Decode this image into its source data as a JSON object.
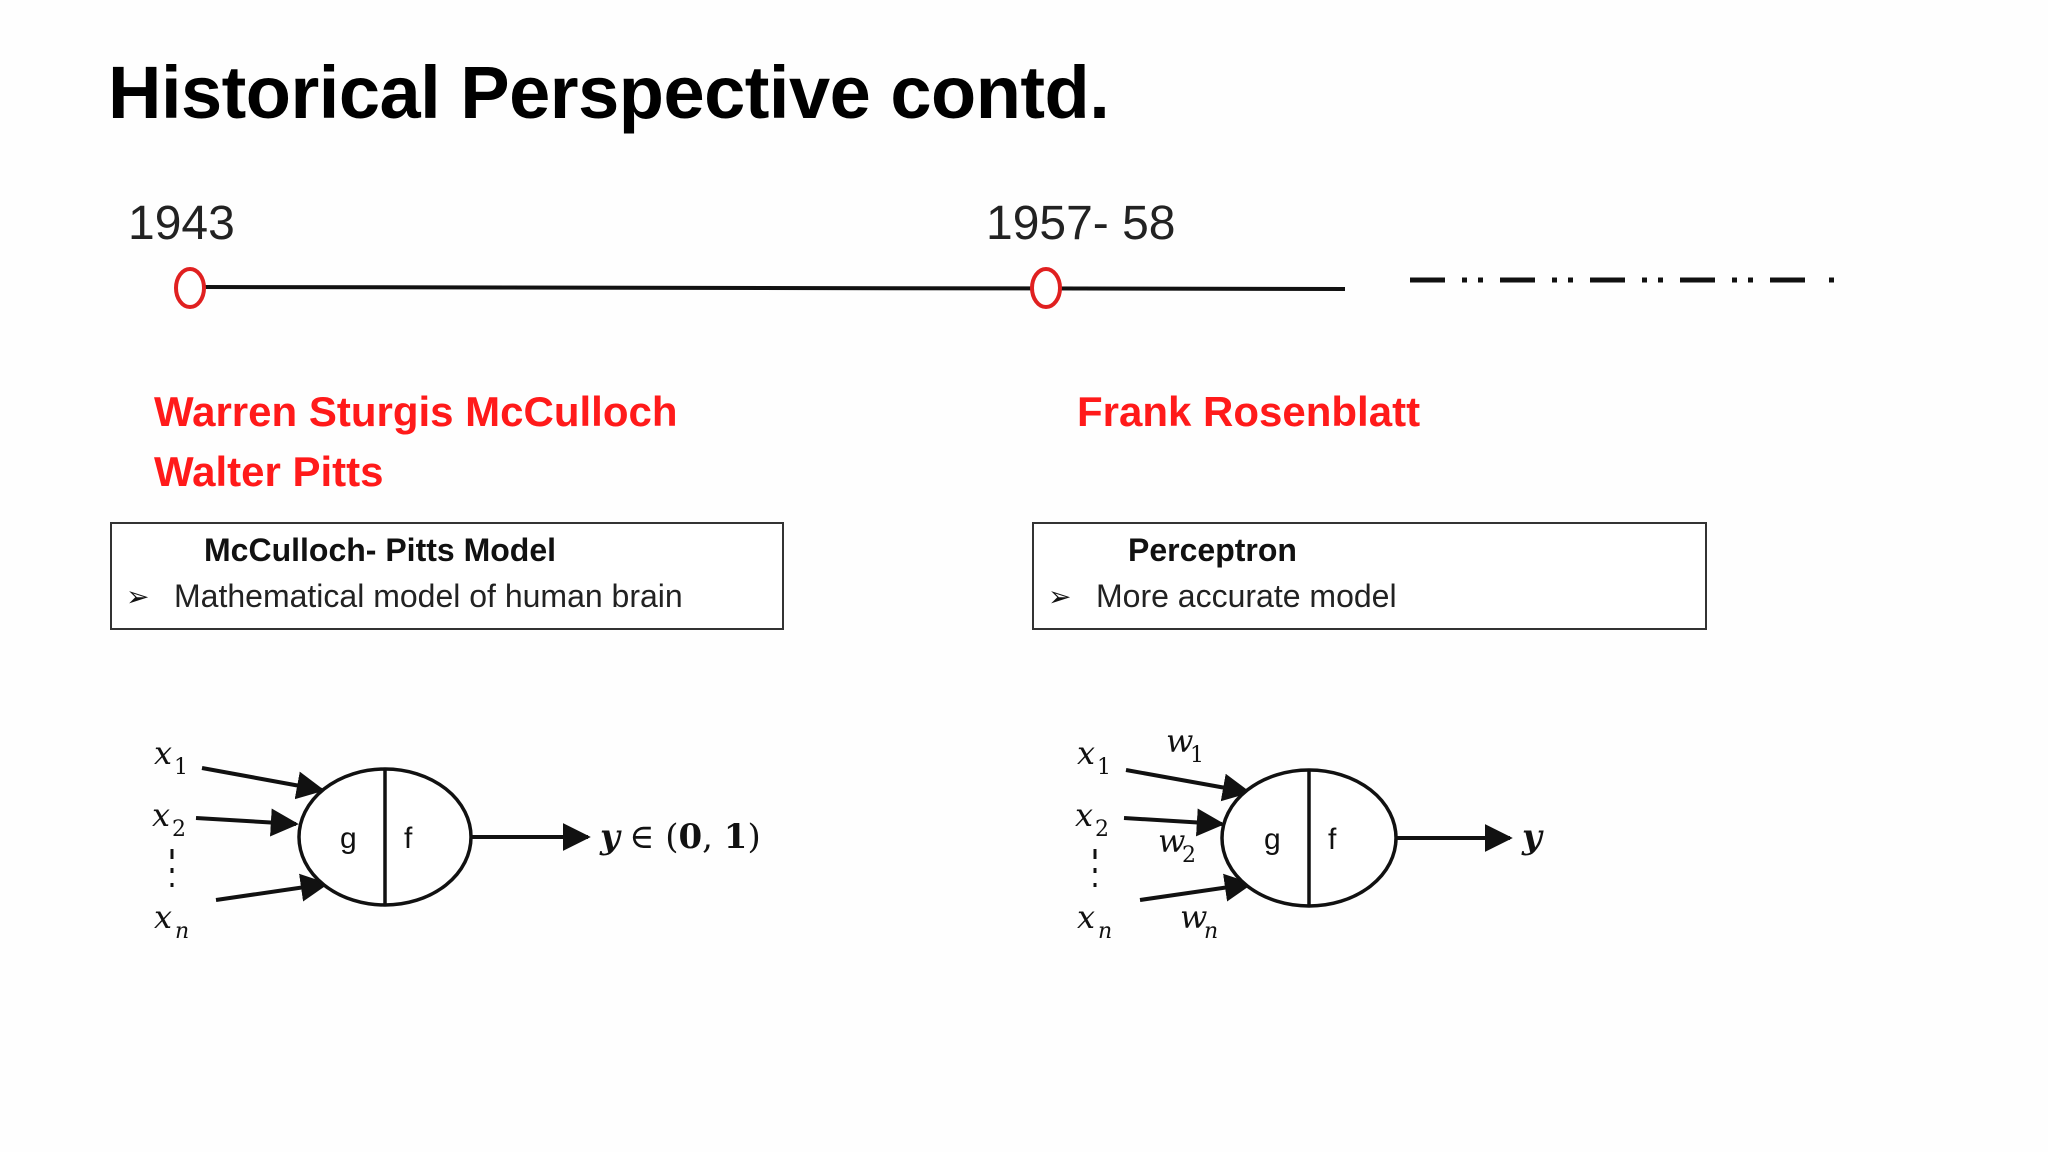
{
  "slide": {
    "title": "Historical Perspective contd."
  },
  "timeline": {
    "year_1": "1943",
    "year_2": "1957- 58",
    "marker_color": "#e02020"
  },
  "left": {
    "name_1": "Warren Sturgis McCulloch",
    "name_2": "Walter Pitts",
    "box_title": "McCulloch- Pitts Model",
    "box_bullet": "Mathematical model of human brain",
    "bullet_glyph": "➢",
    "neuron": {
      "x1": "x",
      "x1_sub": "1",
      "x2": "x",
      "x2_sub": "2",
      "xn": "x",
      "xn_sub": "n",
      "g": "g",
      "f": "f",
      "output_y": "y",
      "output_rest": "∈ (",
      "output_0": "0",
      "output_comma": ", ",
      "output_1": "1",
      "output_close": ")"
    }
  },
  "right": {
    "name_1": "Frank Rosenblatt",
    "box_title": "Perceptron",
    "box_bullet": "More accurate model",
    "bullet_glyph": "➢",
    "neuron": {
      "x1": "x",
      "x1_sub": "1",
      "x2": "x",
      "x2_sub": "2",
      "xn": "x",
      "xn_sub": "n",
      "w1": "w",
      "w1_sub": "1",
      "w2": "w",
      "w2_sub": "2",
      "wn": "w",
      "wn_sub": "n",
      "g": "g",
      "f": "f",
      "output_y": "y"
    }
  },
  "colors": {
    "accent_red": "#ff1a1a",
    "text": "#111111"
  }
}
